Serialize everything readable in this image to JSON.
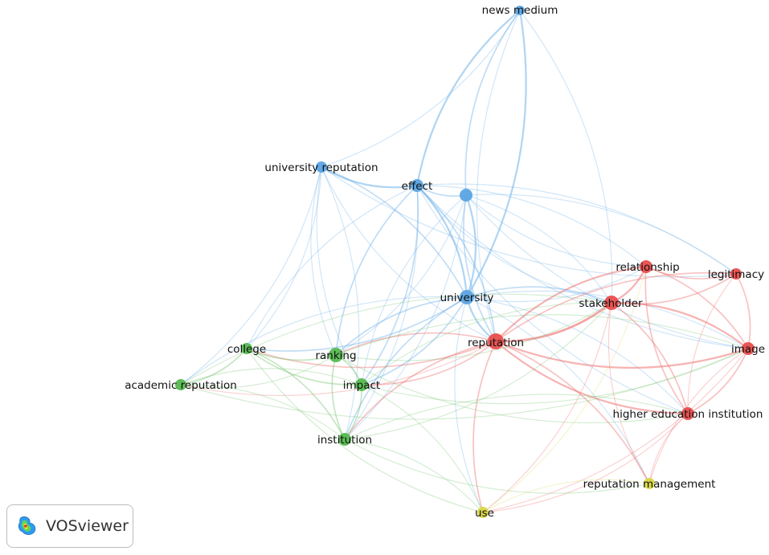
{
  "brand": {
    "name": "VOSviewer",
    "icon": "vosviewer-density-logo-icon"
  },
  "clusters": [
    {
      "id": "red",
      "color": "#e84d4d",
      "link_color": "#ef6d6d"
    },
    {
      "id": "blue",
      "color": "#5ba4e3",
      "link_color": "#6aaee6"
    },
    {
      "id": "green",
      "color": "#55b94f",
      "link_color": "#77c46f"
    },
    {
      "id": "yellow",
      "color": "#d8d743",
      "link_color": "#dcdb6a"
    }
  ],
  "nodes": [
    {
      "id": "news_medium",
      "label": "news medium",
      "cluster": "blue"
    },
    {
      "id": "university_reputation",
      "label": "university reputation",
      "cluster": "blue"
    },
    {
      "id": "effect",
      "label": "effect",
      "cluster": "blue"
    },
    {
      "id": "unlabeled_blue",
      "label": "",
      "cluster": "blue"
    },
    {
      "id": "university",
      "label": "university",
      "cluster": "blue"
    },
    {
      "id": "relationship",
      "label": "relationship",
      "cluster": "red"
    },
    {
      "id": "legitimacy",
      "label": "legitimacy",
      "cluster": "red"
    },
    {
      "id": "stakeholder",
      "label": "stakeholder",
      "cluster": "red"
    },
    {
      "id": "reputation",
      "label": "reputation",
      "cluster": "red"
    },
    {
      "id": "image",
      "label": "image",
      "cluster": "red"
    },
    {
      "id": "higher_education_institution",
      "label": "higher education institution",
      "cluster": "red"
    },
    {
      "id": "college",
      "label": "college",
      "cluster": "green"
    },
    {
      "id": "ranking",
      "label": "ranking",
      "cluster": "green"
    },
    {
      "id": "academic_reputation",
      "label": "academic reputation",
      "cluster": "green"
    },
    {
      "id": "impact",
      "label": "impact",
      "cluster": "green"
    },
    {
      "id": "institution",
      "label": "institution",
      "cluster": "green"
    },
    {
      "id": "reputation_management",
      "label": "reputation management",
      "cluster": "yellow"
    },
    {
      "id": "use",
      "label": "use",
      "cluster": "yellow"
    }
  ],
  "links": [
    [
      "news_medium",
      "effect",
      3
    ],
    [
      "news_medium",
      "university",
      3
    ],
    [
      "news_medium",
      "unlabeled_blue",
      2
    ],
    [
      "news_medium",
      "stakeholder",
      1
    ],
    [
      "news_medium",
      "reputation",
      1
    ],
    [
      "news_medium",
      "university_reputation",
      1
    ],
    [
      "university_reputation",
      "effect",
      3
    ],
    [
      "university_reputation",
      "university",
      2
    ],
    [
      "university_reputation",
      "reputation",
      1
    ],
    [
      "university_reputation",
      "college",
      1
    ],
    [
      "university_reputation",
      "ranking",
      1
    ],
    [
      "university_reputation",
      "institution",
      1
    ],
    [
      "university_reputation",
      "impact",
      1
    ],
    [
      "university_reputation",
      "academic_reputation",
      1
    ],
    [
      "university_reputation",
      "legitimacy",
      1
    ],
    [
      "effect",
      "university",
      3
    ],
    [
      "effect",
      "unlabeled_blue",
      2
    ],
    [
      "effect",
      "reputation",
      2
    ],
    [
      "effect",
      "ranking",
      2
    ],
    [
      "effect",
      "impact",
      2
    ],
    [
      "effect",
      "college",
      1
    ],
    [
      "effect",
      "institution",
      1
    ],
    [
      "effect",
      "stakeholder",
      1
    ],
    [
      "effect",
      "relationship",
      1
    ],
    [
      "effect",
      "image",
      1
    ],
    [
      "effect",
      "legitimacy",
      1
    ],
    [
      "effect",
      "higher_education_institution",
      1
    ],
    [
      "unlabeled_blue",
      "university",
      3
    ],
    [
      "unlabeled_blue",
      "reputation",
      2
    ],
    [
      "unlabeled_blue",
      "institution",
      1
    ],
    [
      "unlabeled_blue",
      "impact",
      1
    ],
    [
      "unlabeled_blue",
      "stakeholder",
      1
    ],
    [
      "unlabeled_blue",
      "relationship",
      1
    ],
    [
      "unlabeled_blue",
      "legitimacy",
      1
    ],
    [
      "unlabeled_blue",
      "image",
      1
    ],
    [
      "unlabeled_blue",
      "ranking",
      1
    ],
    [
      "university",
      "reputation",
      3
    ],
    [
      "university",
      "college",
      2
    ],
    [
      "university",
      "ranking",
      2
    ],
    [
      "university",
      "impact",
      2
    ],
    [
      "university",
      "institution",
      2
    ],
    [
      "university",
      "stakeholder",
      2
    ],
    [
      "university",
      "relationship",
      1
    ],
    [
      "university",
      "image",
      1
    ],
    [
      "university",
      "academic_reputation",
      1
    ],
    [
      "university",
      "higher_education_institution",
      1
    ],
    [
      "university",
      "use",
      1
    ],
    [
      "university",
      "reputation_management",
      1
    ],
    [
      "reputation",
      "stakeholder",
      4
    ],
    [
      "reputation",
      "relationship",
      3
    ],
    [
      "reputation",
      "image",
      3
    ],
    [
      "reputation",
      "legitimacy",
      2
    ],
    [
      "reputation",
      "higher_education_institution",
      3
    ],
    [
      "reputation",
      "college",
      2
    ],
    [
      "reputation",
      "ranking",
      2
    ],
    [
      "reputation",
      "impact",
      2
    ],
    [
      "reputation",
      "institution",
      2
    ],
    [
      "reputation",
      "academic_reputation",
      1
    ],
    [
      "reputation",
      "use",
      2
    ],
    [
      "reputation",
      "reputation_management",
      2
    ],
    [
      "stakeholder",
      "relationship",
      3
    ],
    [
      "stakeholder",
      "image",
      3
    ],
    [
      "stakeholder",
      "legitimacy",
      2
    ],
    [
      "stakeholder",
      "higher_education_institution",
      2
    ],
    [
      "stakeholder",
      "reputation_management",
      1
    ],
    [
      "stakeholder",
      "use",
      1
    ],
    [
      "relationship",
      "legitimacy",
      2
    ],
    [
      "relationship",
      "image",
      2
    ],
    [
      "relationship",
      "higher_education_institution",
      2
    ],
    [
      "legitimacy",
      "image",
      2
    ],
    [
      "legitimacy",
      "higher_education_institution",
      1
    ],
    [
      "image",
      "higher_education_institution",
      2
    ],
    [
      "image",
      "reputation_management",
      1
    ],
    [
      "image",
      "use",
      1
    ],
    [
      "higher_education_institution",
      "reputation_management",
      1
    ],
    [
      "higher_education_institution",
      "use",
      1
    ],
    [
      "college",
      "ranking",
      2
    ],
    [
      "college",
      "academic_reputation",
      2
    ],
    [
      "college",
      "impact",
      2
    ],
    [
      "college",
      "institution",
      2
    ],
    [
      "college",
      "use",
      1
    ],
    [
      "ranking",
      "impact",
      2
    ],
    [
      "ranking",
      "institution",
      2
    ],
    [
      "ranking",
      "academic_reputation",
      1
    ],
    [
      "ranking",
      "stakeholder",
      1
    ],
    [
      "ranking",
      "image",
      1
    ],
    [
      "ranking",
      "higher_education_institution",
      1
    ],
    [
      "impact",
      "institution",
      2
    ],
    [
      "impact",
      "academic_reputation",
      1
    ],
    [
      "impact",
      "stakeholder",
      1
    ],
    [
      "impact",
      "image",
      1
    ],
    [
      "impact",
      "use",
      1
    ],
    [
      "institution",
      "academic_reputation",
      1
    ],
    [
      "institution",
      "use",
      1
    ],
    [
      "institution",
      "reputation_management",
      1
    ],
    [
      "institution",
      "higher_education_institution",
      1
    ],
    [
      "institution",
      "stakeholder",
      1
    ],
    [
      "academic_reputation",
      "stakeholder",
      1
    ],
    [
      "academic_reputation",
      "image",
      1
    ],
    [
      "use",
      "reputation_management",
      1
    ],
    [
      "use",
      "relationship",
      1
    ]
  ]
}
